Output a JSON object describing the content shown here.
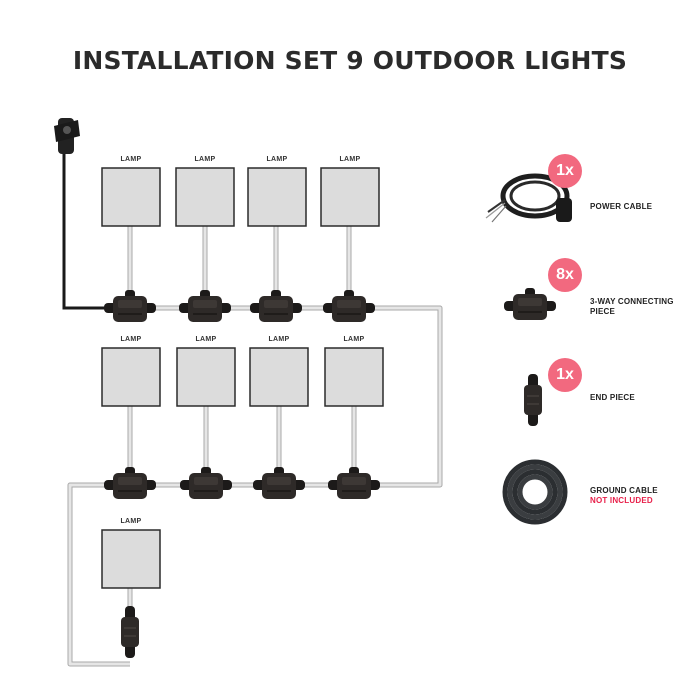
{
  "title": "INSTALLATION SET 9 OUTDOOR LIGHTS",
  "lamp_label": "LAMP",
  "colors": {
    "badge": "#f2697f",
    "warning": "#e8204a",
    "lamp_fill": "#dcdcdc",
    "wire": "#c8c8c8",
    "connector": "#2e2a28"
  },
  "legend": [
    {
      "qty": "1x",
      "label": "POWER CABLE",
      "warning": "",
      "icon": "power-cable-icon"
    },
    {
      "qty": "8x",
      "label": "3-WAY CONNECTING PIECE",
      "warning": "",
      "icon": "3-way-connector-icon"
    },
    {
      "qty": "1x",
      "label": "END PIECE",
      "warning": "",
      "icon": "end-piece-icon"
    },
    {
      "qty": "",
      "label": "GROUND CABLE",
      "warning": "NOT INCLUDED",
      "icon": "ground-cable-icon"
    }
  ]
}
